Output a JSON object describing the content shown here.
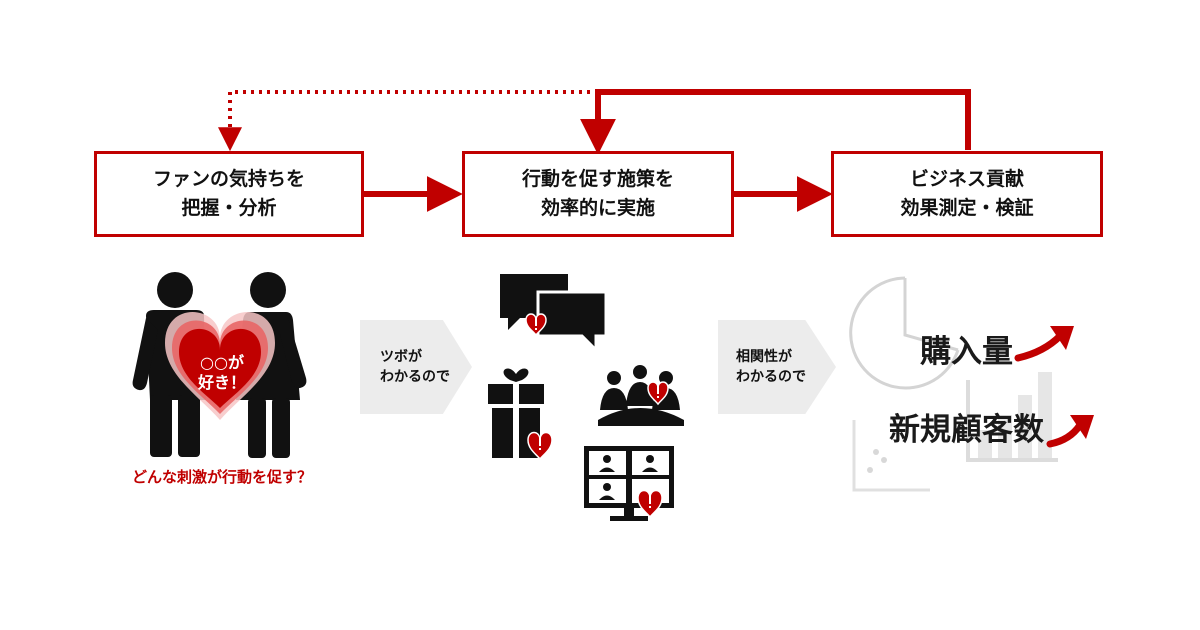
{
  "steps": [
    {
      "line1": "ファンの気持ちを",
      "line2": "把握・分析"
    },
    {
      "line1": "行動を促す施策を",
      "line2": "効率的に実施"
    },
    {
      "line1": "ビジネス貢献",
      "line2": "効果測定・検証"
    }
  ],
  "transitions": [
    {
      "line1": "ツボが",
      "line2": "わかるので"
    },
    {
      "line1": "相関性が",
      "line2": "わかるので"
    }
  ],
  "fan": {
    "heart_line1": "○○が",
    "heart_line2": "好き！",
    "caption": "どんな刺激が行動を促す？"
  },
  "results": {
    "metric1": "購入量",
    "metric2": "新規顧客数"
  },
  "colors": {
    "accent": "#c00000",
    "icon": "#111111",
    "chevron": "#ececec",
    "faded": "#cfcfcf"
  },
  "icons": {
    "fan": "couple-heart-icon",
    "chat": "chat-bubbles-icon",
    "gift": "gift-box-icon",
    "community": "community-icon",
    "video": "video-meeting-icon",
    "trend": "trend-up-arrow-icon",
    "chart": "analytics-chart-icon"
  }
}
